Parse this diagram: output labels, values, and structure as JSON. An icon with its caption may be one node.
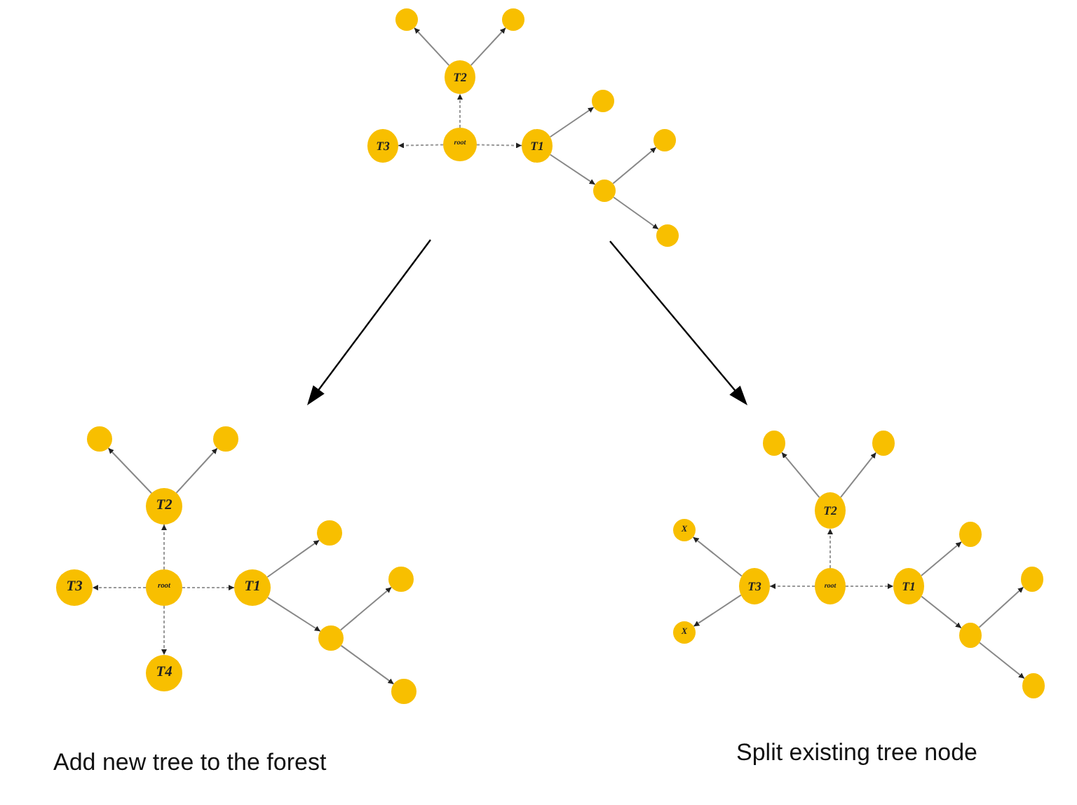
{
  "diagram": {
    "nodes": [
      {
        "text": [
          "root"
        ]
      },
      {
        "text": [
          "T2"
        ]
      },
      {
        "text": [],
        "shape": "circle"
      },
      {
        "text": [],
        "shape": "circle"
      },
      {
        "text": [
          "T3"
        ]
      },
      {
        "text": [
          "T1"
        ]
      },
      {
        "text": [],
        "shape": "circle"
      },
      {
        "text": [],
        "shape": "circle"
      },
      {
        "text": [],
        "shape": "circle"
      },
      {
        "text": [],
        "shape": "circle"
      },
      {
        "text": [
          "root"
        ]
      },
      {
        "text": [
          "T2"
        ]
      },
      {
        "text": [],
        "shape": "circle"
      },
      {
        "text": [],
        "shape": "circle"
      },
      {
        "text": [
          "T3"
        ]
      },
      {
        "text": [
          "T1"
        ]
      },
      {
        "text": [
          "T4"
        ]
      },
      {
        "text": [],
        "shape": "circle"
      },
      {
        "text": [],
        "shape": "circle"
      },
      {
        "text": [],
        "shape": "circle"
      },
      {
        "text": [],
        "shape": "circle"
      },
      {
        "text": [
          "root"
        ]
      },
      {
        "text": [
          "T2"
        ]
      },
      {
        "text": [],
        "shape": "circle"
      },
      {
        "text": [],
        "shape": "circle"
      },
      {
        "text": [
          "T3"
        ]
      },
      {
        "text": [
          "X"
        ]
      },
      {
        "text": [
          "X"
        ]
      },
      {
        "text": [
          "T1"
        ]
      },
      {
        "text": [],
        "shape": "circle"
      },
      {
        "text": [],
        "shape": "circle"
      },
      {
        "text": [],
        "shape": "circle"
      },
      {
        "text": [],
        "shape": "circle"
      }
    ],
    "edges": [
      {
        "from": 0,
        "to": 1,
        "arrow": "to",
        "style": "dashed"
      },
      {
        "from": 0,
        "to": 4,
        "arrow": "to",
        "style": "dashed"
      },
      {
        "from": 0,
        "to": 5,
        "arrow": "to",
        "style": "dashed"
      },
      {
        "from": 1,
        "to": 2,
        "arrow": "to"
      },
      {
        "from": 1,
        "to": 3,
        "arrow": "to"
      },
      {
        "from": 5,
        "to": 6,
        "arrow": "to"
      },
      {
        "from": 5,
        "to": 7,
        "arrow": "to"
      },
      {
        "from": 7,
        "to": 8,
        "arrow": "to"
      },
      {
        "from": 7,
        "to": 9,
        "arrow": "to"
      },
      {
        "from": 10,
        "to": 11,
        "arrow": "to",
        "style": "dashed"
      },
      {
        "from": 10,
        "to": 14,
        "arrow": "to",
        "style": "dashed"
      },
      {
        "from": 10,
        "to": 15,
        "arrow": "to",
        "style": "dashed"
      },
      {
        "from": 10,
        "to": 16,
        "arrow": "to",
        "style": "dashed"
      },
      {
        "from": 11,
        "to": 12,
        "arrow": "to"
      },
      {
        "from": 11,
        "to": 13,
        "arrow": "to"
      },
      {
        "from": 15,
        "to": 17,
        "arrow": "to"
      },
      {
        "from": 15,
        "to": 18,
        "arrow": "to"
      },
      {
        "from": 18,
        "to": 19,
        "arrow": "to"
      },
      {
        "from": 18,
        "to": 20,
        "arrow": "to"
      },
      {
        "from": 21,
        "to": 22,
        "arrow": "to",
        "style": "dashed"
      },
      {
        "from": 21,
        "to": 25,
        "arrow": "to",
        "style": "dashed"
      },
      {
        "from": 21,
        "to": 28,
        "arrow": "to",
        "style": "dashed"
      },
      {
        "from": 22,
        "to": 23,
        "arrow": "to"
      },
      {
        "from": 22,
        "to": 24,
        "arrow": "to"
      },
      {
        "from": 25,
        "to": 26,
        "arrow": "to"
      },
      {
        "from": 25,
        "to": 27,
        "arrow": "to"
      },
      {
        "from": 28,
        "to": 29,
        "arrow": "to"
      },
      {
        "from": 28,
        "to": 30,
        "arrow": "to"
      },
      {
        "from": 30,
        "to": 31,
        "arrow": "to"
      },
      {
        "from": 30,
        "to": 32,
        "arrow": "to"
      }
    ],
    "labels": [
      "Add new tree to the forest",
      "Split existing tree node"
    ]
  }
}
